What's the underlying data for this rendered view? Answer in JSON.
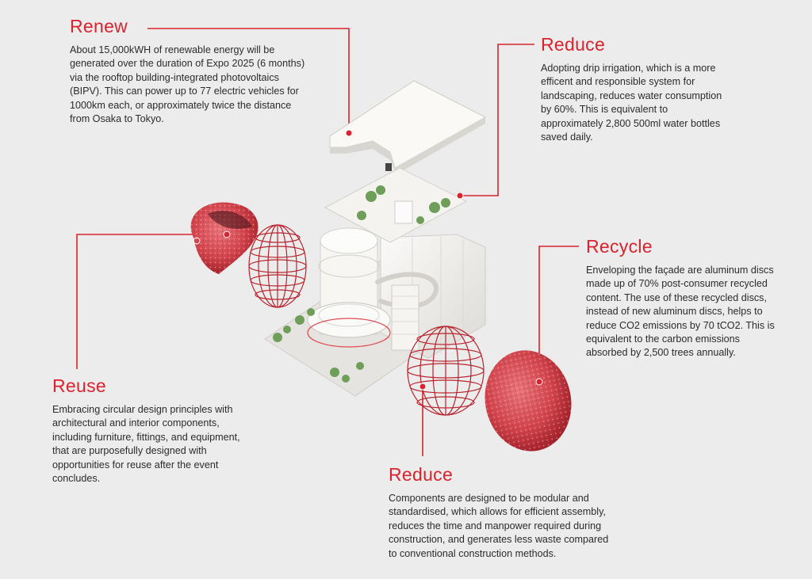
{
  "colors": {
    "accent": "#d9232e",
    "background": "#ececec",
    "text": "#2b2b2b",
    "sphere": "#d2444c",
    "building": "#f7f6f3",
    "greenery": "#6f9e5a"
  },
  "blocks": {
    "renew": {
      "title": "Renew",
      "body": "About 15,000kWH of renewable energy will be generated over the duration of Expo 2025 (6 months) via the rooftop building-integrated photovoltaics (BIPV). This can power up to 77 electric vehicles for 1000km each, or approximately twice the distance from Osaka to Tokyo."
    },
    "reduce_water": {
      "title": "Reduce",
      "body": "Adopting drip irrigation, which is a more efficent and responsible system for landscaping, reduces water consumption by 60%. This is equivalent to approximately 2,800 500ml water bottles saved daily."
    },
    "recycle": {
      "title": "Recycle",
      "body": "Enveloping the façade are aluminum discs made up of 70% post-consumer recycled content. The use of these recycled discs, instead of new aluminum discs, helps to reduce CO2 emissions by 70 tCO2. This is equivalent to the carbon emissions absorbed by 2,500 trees annually."
    },
    "reuse": {
      "title": "Reuse",
      "body": "Embracing circular design principles with architectural and interior components, including furniture, fittings, and equipment, that are purposefully designed with opportunities for reuse after the event concludes."
    },
    "reduce_waste": {
      "title": "Reduce",
      "body": "Components are designed to be modular and standardised, which allows for efficient assembly, reduces the time and manpower required during construction, and generates less waste compared to conventional construction methods."
    }
  }
}
